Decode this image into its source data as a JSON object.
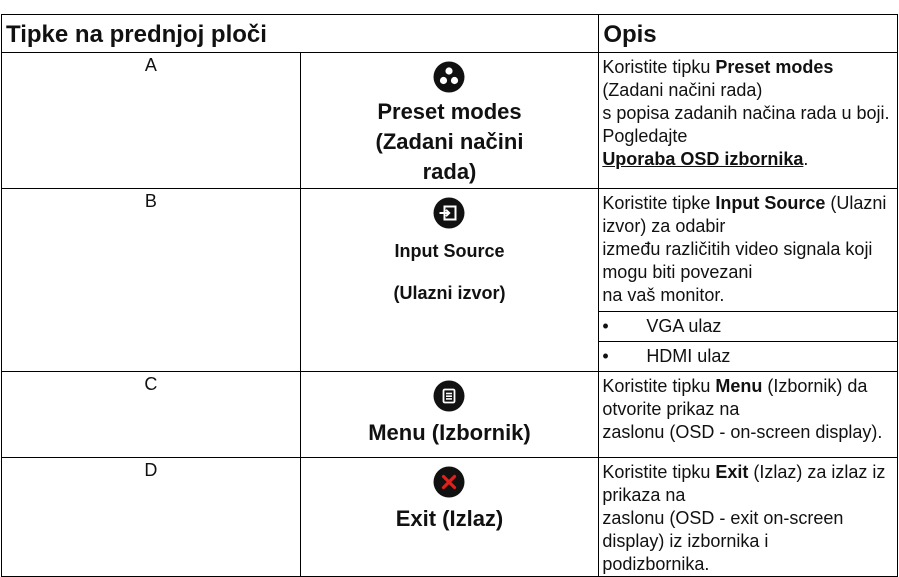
{
  "header": {
    "col1": "Tipke na prednjoj ploči",
    "col2": "Opis"
  },
  "rows": [
    {
      "letter": "A",
      "label_line1": "Preset modes",
      "label_line2": "(Zadani načini",
      "label_line3": "rada)",
      "desc_pre": "Koristite tipku ",
      "desc_bold": "Preset modes",
      "desc_mid": " (Zadani načini rada)",
      "desc_line2": "s popisa zadanih načina rada u boji. Pogledajte",
      "desc_link": "Uporaba OSD izbornika",
      "desc_end": ".",
      "icon": "preset-modes-icon"
    },
    {
      "letter": "B",
      "label_line1": "Input Source",
      "label_line2": "(Ulazni izvor)",
      "desc_pre": "Koristite tipke ",
      "desc_bold": "Input Source",
      "desc_mid": " (Ulazni izvor) za odabir",
      "desc_line2": "između različitih video signala koji mogu biti povezani",
      "desc_line3": "na vaš monitor.",
      "bullets": [
        "VGA ulaz",
        "HDMI ulaz"
      ],
      "bullet_char": "•",
      "icon": "input-source-icon"
    },
    {
      "letter": "C",
      "label_line1": "Menu (Izbornik)",
      "desc_pre": "Koristite tipku ",
      "desc_bold": "Menu",
      "desc_mid": " (Izbornik) da otvorite prikaz na",
      "desc_line2": "zaslonu (OSD - on-screen display).",
      "icon": "menu-icon"
    },
    {
      "letter": "D",
      "label_line1": "Exit (Izlaz)",
      "desc_pre": "Koristite tipku ",
      "desc_bold": "Exit",
      "desc_mid": " (Izlaz) za izlaz iz prikaza na",
      "desc_line2": "zaslonu (OSD - exit on-screen display) iz izbornika i",
      "desc_line3": "podizbornika.",
      "icon": "exit-icon"
    }
  ]
}
